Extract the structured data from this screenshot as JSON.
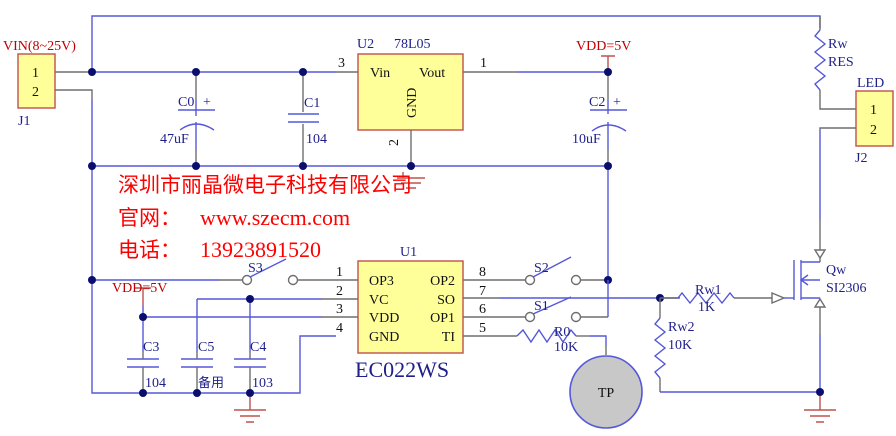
{
  "company": {
    "name": "深圳市丽晶微电子科技有限公司",
    "website_label": "官网：",
    "website": "www.szecm.com",
    "phone_label": "电话：",
    "phone": "13923891520"
  },
  "power": {
    "vin_label": "VIN(8~25V)",
    "vdd_label_top": "VDD=5V",
    "vdd_label_left": "VDD=5V"
  },
  "connectors": {
    "j1": {
      "ref": "J1",
      "pins": [
        "1",
        "2"
      ]
    },
    "j2": {
      "ref": "J2",
      "name": "LED",
      "pins": [
        "1",
        "2"
      ]
    }
  },
  "regulator": {
    "ref": "U2",
    "part": "78L05",
    "pin_vin": "Vin",
    "pin_vout": "Vout",
    "pin_gnd": "GND",
    "pin_num_vin": "3",
    "pin_num_vout": "1",
    "pin_num_gnd": "2"
  },
  "capacitors": {
    "c0": {
      "ref": "C0",
      "polarity": "+",
      "value": "47uF"
    },
    "c1": {
      "ref": "C1",
      "value": "104"
    },
    "c2": {
      "ref": "C2",
      "polarity": "+",
      "value": "10uF"
    },
    "c3": {
      "ref": "C3",
      "value": "104"
    },
    "c5": {
      "ref": "C5",
      "value": "备用"
    },
    "c4": {
      "ref": "C4",
      "value": "103"
    }
  },
  "ic": {
    "ref": "U1",
    "part": "EC022WS",
    "left_pins": [
      {
        "num": "1",
        "name": "OP3"
      },
      {
        "num": "2",
        "name": "VC"
      },
      {
        "num": "3",
        "name": "VDD"
      },
      {
        "num": "4",
        "name": "GND"
      }
    ],
    "right_pins": [
      {
        "num": "8",
        "name": "OP2"
      },
      {
        "num": "7",
        "name": "SO"
      },
      {
        "num": "6",
        "name": "OP1"
      },
      {
        "num": "5",
        "name": "TI"
      }
    ]
  },
  "switches": {
    "s1": "S1",
    "s2": "S2",
    "s3": "S3"
  },
  "resistors": {
    "rw": {
      "ref": "Rw",
      "value": "RES"
    },
    "r0": {
      "ref": "R0",
      "value": "10K"
    },
    "rw1": {
      "ref": "Rw1",
      "value": "1K"
    },
    "rw2": {
      "ref": "Rw2",
      "value": "10K"
    }
  },
  "mosfet": {
    "ref": "Qw",
    "part": "SI2306"
  },
  "touch_pad": {
    "label": "TP"
  }
}
